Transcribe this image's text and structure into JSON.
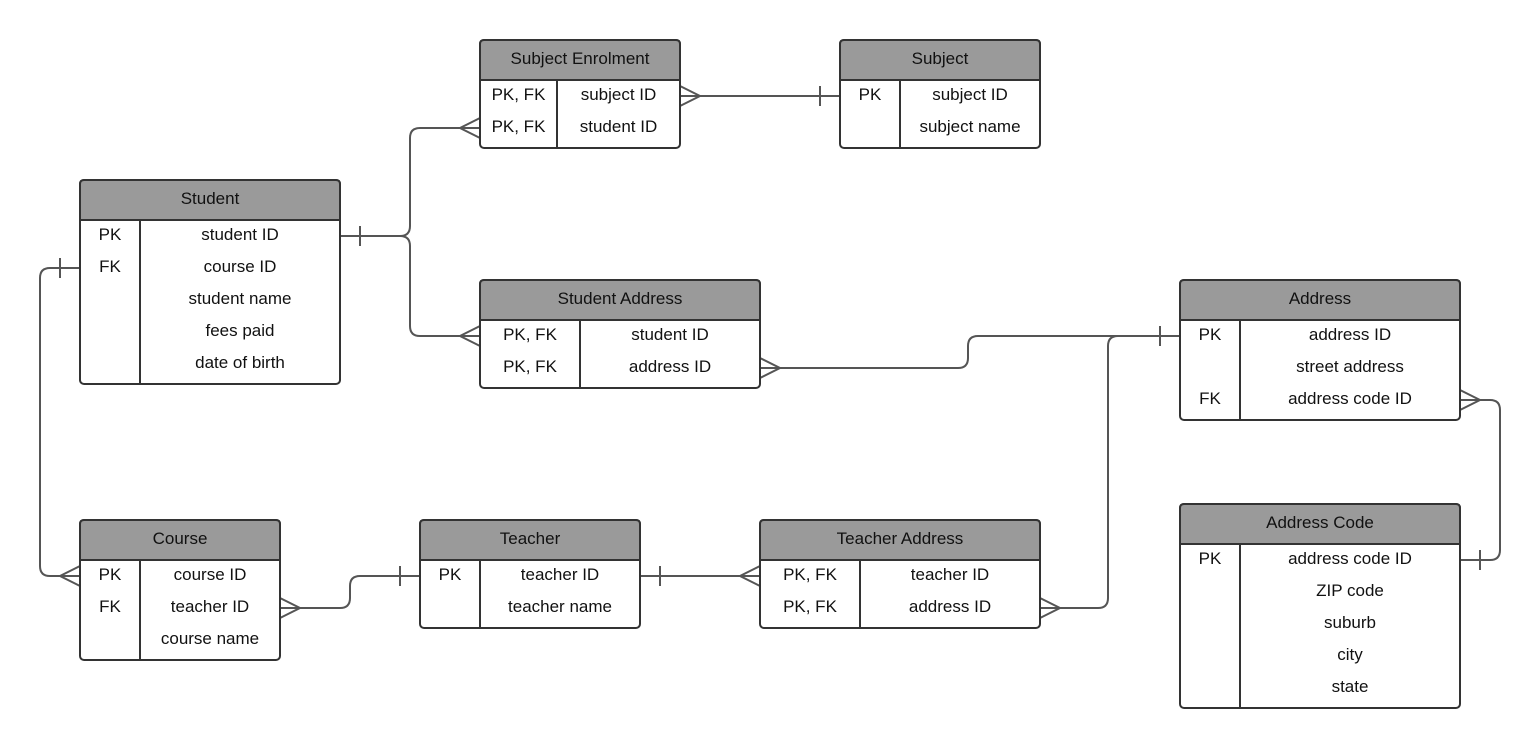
{
  "diagram": {
    "type": "entity-relationship",
    "entities": [
      {
        "id": "student",
        "name": "Student",
        "rows": [
          {
            "key": "PK",
            "field": "student ID"
          },
          {
            "key": "FK",
            "field": "course ID"
          },
          {
            "key": "",
            "field": "student name"
          },
          {
            "key": "",
            "field": "fees paid"
          },
          {
            "key": "",
            "field": "date of birth"
          }
        ]
      },
      {
        "id": "subject-enrolment",
        "name": "Subject Enrolment",
        "rows": [
          {
            "key": "PK, FK",
            "field": "subject ID"
          },
          {
            "key": "PK, FK",
            "field": "student ID"
          }
        ]
      },
      {
        "id": "subject",
        "name": "Subject",
        "rows": [
          {
            "key": "PK",
            "field": "subject ID"
          },
          {
            "key": "",
            "field": "subject name"
          }
        ]
      },
      {
        "id": "student-address",
        "name": "Student Address",
        "rows": [
          {
            "key": "PK, FK",
            "field": "student ID"
          },
          {
            "key": "PK, FK",
            "field": "address ID"
          }
        ]
      },
      {
        "id": "address",
        "name": "Address",
        "rows": [
          {
            "key": "PK",
            "field": "address ID"
          },
          {
            "key": "",
            "field": "street address"
          },
          {
            "key": "FK",
            "field": "address code ID"
          }
        ]
      },
      {
        "id": "course",
        "name": "Course",
        "rows": [
          {
            "key": "PK",
            "field": "course ID"
          },
          {
            "key": "FK",
            "field": "teacher ID"
          },
          {
            "key": "",
            "field": "course name"
          }
        ]
      },
      {
        "id": "teacher",
        "name": "Teacher",
        "rows": [
          {
            "key": "PK",
            "field": "teacher ID"
          },
          {
            "key": "",
            "field": "teacher name"
          }
        ]
      },
      {
        "id": "teacher-address",
        "name": "Teacher Address",
        "rows": [
          {
            "key": "PK, FK",
            "field": "teacher ID"
          },
          {
            "key": "PK, FK",
            "field": "address ID"
          }
        ]
      },
      {
        "id": "address-code",
        "name": "Address Code",
        "rows": [
          {
            "key": "PK",
            "field": "address code ID"
          },
          {
            "key": "",
            "field": "ZIP code"
          },
          {
            "key": "",
            "field": "suburb"
          },
          {
            "key": "",
            "field": "city"
          },
          {
            "key": "",
            "field": "state"
          }
        ]
      }
    ],
    "relationships": [
      {
        "from": "student",
        "to": "subject-enrolment",
        "from_end": "one",
        "to_end": "many"
      },
      {
        "from": "student",
        "to": "student-address",
        "from_end": "one",
        "to_end": "many"
      },
      {
        "from": "subject",
        "to": "subject-enrolment",
        "from_end": "one",
        "to_end": "many"
      },
      {
        "from": "address",
        "to": "student-address",
        "from_end": "one",
        "to_end": "many"
      },
      {
        "from": "address",
        "to": "teacher-address",
        "from_end": "one",
        "to_end": "many"
      },
      {
        "from": "address-code",
        "to": "address",
        "from_end": "one",
        "to_end": "many"
      },
      {
        "from": "student",
        "to": "course",
        "from_end": "one",
        "to_end": "many"
      },
      {
        "from": "teacher",
        "to": "course",
        "from_end": "one",
        "to_end": "many"
      },
      {
        "from": "teacher",
        "to": "teacher-address",
        "from_end": "one",
        "to_end": "many"
      }
    ],
    "colors": {
      "header": "#9a9a9a",
      "border": "#333333",
      "connector": "#555555"
    }
  }
}
